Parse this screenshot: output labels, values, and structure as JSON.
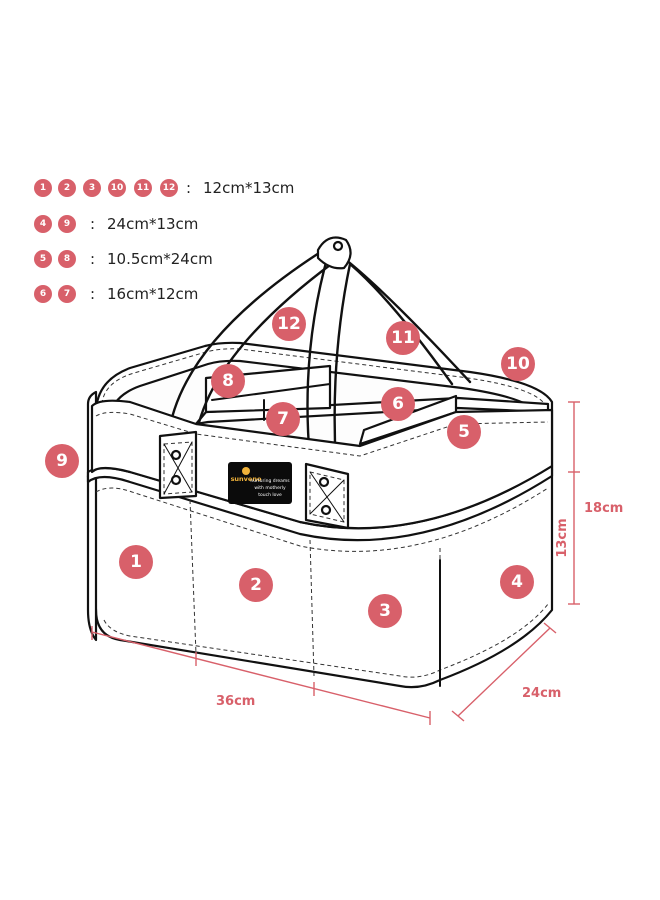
{
  "legend": [
    {
      "badges": [
        "1",
        "2",
        "3",
        "10",
        "11",
        "12"
      ],
      "separator": ":",
      "size": "12cm*13cm"
    },
    {
      "badges": [
        "4",
        "9"
      ],
      "separator": ":",
      "size": "24cm*13cm"
    },
    {
      "badges": [
        "5",
        "8"
      ],
      "separator": ":",
      "size": "10.5cm*24cm"
    },
    {
      "badges": [
        "6",
        "7"
      ],
      "separator": ":",
      "size": "16cm*12cm"
    }
  ],
  "compartments": {
    "c1": "1",
    "c2": "2",
    "c3": "3",
    "c4": "4",
    "c5": "5",
    "c6": "6",
    "c7": "7",
    "c8": "8",
    "c9": "9",
    "c10": "10",
    "c11": "11",
    "c12": "12"
  },
  "logo": {
    "brand": "sunveno",
    "line1": "nurturing dreams",
    "line2": "with motherly",
    "line3": "touch love"
  },
  "dimensions": {
    "width": "36cm",
    "depth": "24cm",
    "height_total": "18cm",
    "height_pocket": "13cm"
  },
  "colors": {
    "accent": "#d8606a",
    "outline": "#111111"
  }
}
